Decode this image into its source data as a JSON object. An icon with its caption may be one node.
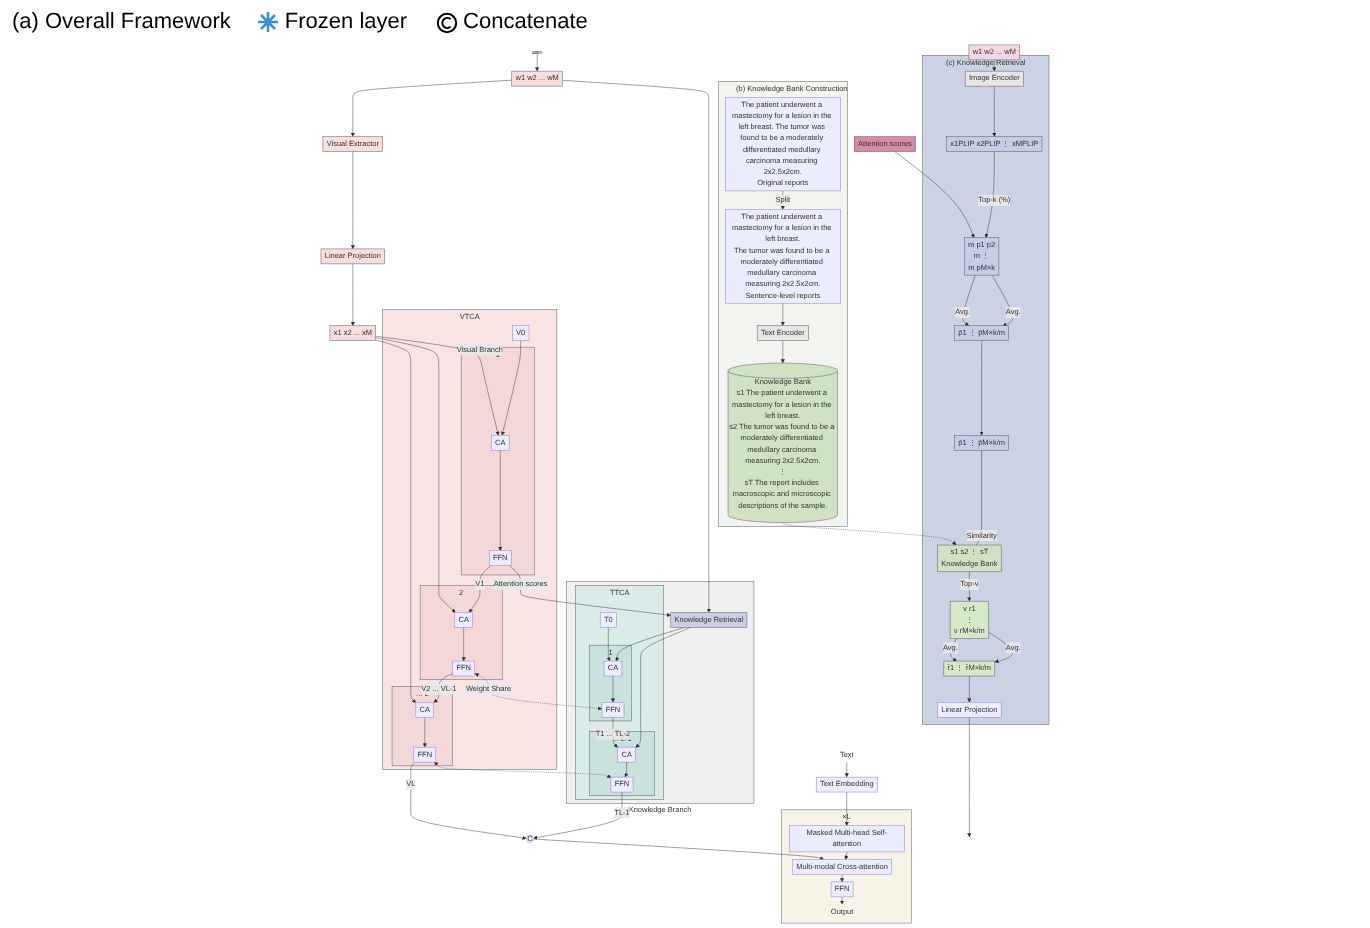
{
  "diagram": {
    "nodes": [
      {
        "text": [
          "x1 x2 ... xM"
        ]
      },
      {
        "text": [
          "Linear Projection"
        ]
      },
      {
        "text": [
          "Visual Extractor"
        ]
      },
      {
        "text": [
          "w1 w2 ... wM"
        ]
      },
      {
        "text": [],
        "shape": "picture"
      },
      {
        "text": [
          "VTCA"
        ]
      },
      {
        "text": [
          "V0"
        ],
        "in": 5
      },
      {
        "text": [
          "1"
        ],
        "in": 5
      },
      {
        "text": [
          "CA"
        ],
        "in": 7
      },
      {
        "text": [
          "FFN"
        ],
        "in": 7
      },
      {
        "text": [
          "2"
        ],
        "in": 5
      },
      {
        "text": [
          "CA"
        ],
        "in": 10
      },
      {
        "text": [
          "FFN"
        ],
        "in": 10
      },
      {
        "text": [
          "...",
          "L"
        ],
        "in": 5
      },
      {
        "text": [
          "CA"
        ],
        "in": 13
      },
      {
        "text": [
          "FFN"
        ],
        "in": 13
      },
      {
        "text": [
          "Knowledge Branch"
        ]
      },
      {
        "text": [
          "Knowledge Retrieval"
        ],
        "in": 16
      },
      {
        "text": [
          "TTCA"
        ],
        "in": 16
      },
      {
        "text": [
          "T0"
        ],
        "in": 18
      },
      {
        "text": [
          "1"
        ],
        "in": 18
      },
      {
        "text": [
          "FFN"
        ],
        "in": 20
      },
      {
        "text": [
          "CA"
        ],
        "in": 20
      },
      {
        "text": [
          "...",
          "L-1"
        ],
        "in": 18
      },
      {
        "text": [
          "FFN"
        ],
        "in": 23
      },
      {
        "text": [
          "CA"
        ],
        "in": 23
      },
      {
        "text": [
          "C"
        ]
      },
      {
        "text": [
          "×L"
        ]
      },
      {
        "text": [
          "Output"
        ],
        "in": 27
      },
      {
        "text": [
          "FFN"
        ],
        "in": 27
      },
      {
        "text": [
          "Multi-modal Cross-attention"
        ],
        "in": 27
      },
      {
        "text": [
          "Masked Multi-head Self-attention"
        ],
        "in": 27
      },
      {
        "text": [
          "Text Embedding"
        ]
      },
      {
        "text": [
          "Text"
        ]
      },
      {
        "text": [
          "(b) Knowledge Bank Construction"
        ]
      },
      {
        "text": [
          "The patient underwent a mastectomy for a lesion in the left breast. The tumor was found to be a moderately differentiated medullary carcinoma measuring 2x2.5x2cm.",
          "Original reports"
        ],
        "in": 34
      },
      {
        "text": [
          "The patient underwent a mastectomy for a lesion in the left breast.",
          "The tumor was found to be a moderately differentiated medullary carcinoma measuring 2x2.5x2cm.",
          "Sentence-level reports"
        ],
        "in": 34
      },
      {
        "text": [
          "Knowledge Bank",
          "s1 The patient underwent a mastectomy for a lesion in the left breast.",
          "s2 The tumor was found to be a moderately differentiated medullary carcinoma measuring 2x2.5x2cm.",
          "⋮",
          "sT The report includes macroscopic and microscopic descriptions of the sample."
        ],
        "in": 34
      },
      {
        "text": [
          "Text Encoder"
        ],
        "in": 34
      },
      {
        "text": [
          "(c) Knowledge Retrieval"
        ]
      },
      {
        "text": [
          "w1 w2 ... wM"
        ]
      },
      {
        "text": [
          "Attention scores"
        ]
      },
      {
        "text": [
          "Image Encoder"
        ],
        "in": 39
      },
      {
        "text": [
          "x1PLIP x2PLIP ⋮ xMPLIP"
        ],
        "in": 39
      },
      {
        "text": [
          "m p1 p2",
          "m ⋮",
          "m pM×k"
        ],
        "in": 39
      },
      {
        "text": [
          "p̄1 ⋮ p̄M×k/m"
        ],
        "in": 39
      },
      {
        "text": [
          "p̄1 ⋮ p̄M×k/m"
        ],
        "in": 39
      },
      {
        "text": [
          "s1 s2 ⋮ sT",
          "Knowledge Bank"
        ],
        "in": 39
      },
      {
        "text": [
          "v r1",
          "⋮",
          "v rM×k/m"
        ],
        "in": 39
      },
      {
        "text": [
          "r̄1 ⋮ r̄M×k/m"
        ],
        "in": 39
      },
      {
        "text": [
          "Linear Projection"
        ],
        "in": 39
      }
    ],
    "edges": [
      {
        "from": 4,
        "to": 3,
        "arrow": "to"
      },
      {
        "from": 3,
        "to": 2,
        "arrow": "to"
      },
      {
        "from": 2,
        "to": 1,
        "arrow": "to"
      },
      {
        "from": 1,
        "to": 0,
        "arrow": "to"
      },
      {
        "from": 0,
        "to": 8,
        "arrow": "to",
        "label": "Visual Branch"
      },
      {
        "from": 0,
        "to": 11,
        "arrow": "to"
      },
      {
        "from": 0,
        "to": 14,
        "arrow": "to"
      },
      {
        "from": 6,
        "to": 8,
        "arrow": "to"
      },
      {
        "from": 8,
        "to": 9,
        "arrow": "to"
      },
      {
        "from": 9,
        "to": 11,
        "arrow": "to",
        "label": "V1"
      },
      {
        "from": 11,
        "to": 12,
        "arrow": "to"
      },
      {
        "from": 12,
        "to": 14,
        "arrow": "to",
        "label": "V2 ... VL-1"
      },
      {
        "from": 14,
        "to": 15,
        "arrow": "to"
      },
      {
        "from": 15,
        "to": 26,
        "arrow": "to",
        "label": "VL"
      },
      {
        "from": 9,
        "to": 17,
        "arrow": "to",
        "label": "Attention scores"
      },
      {
        "from": 3,
        "to": 17,
        "arrow": "to"
      },
      {
        "from": 12,
        "to": 21,
        "arrow": "both",
        "style": "dashed",
        "label": "Weight Share"
      },
      {
        "from": 15,
        "to": 24,
        "arrow": "both",
        "style": "dashed"
      },
      {
        "from": 19,
        "to": 22,
        "arrow": "to"
      },
      {
        "from": 22,
        "to": 21,
        "arrow": "to"
      },
      {
        "from": 21,
        "to": 25,
        "arrow": "to",
        "label": "T1 ... TL-2"
      },
      {
        "from": 25,
        "to": 24,
        "arrow": "to"
      },
      {
        "from": 24,
        "to": 26,
        "arrow": "to",
        "label": "TL-1"
      },
      {
        "from": 17,
        "to": 22,
        "arrow": "to"
      },
      {
        "from": 17,
        "to": 25,
        "arrow": "to"
      },
      {
        "from": 26,
        "to": 30,
        "arrow": "to"
      },
      {
        "from": 31,
        "to": 30,
        "arrow": "to"
      },
      {
        "from": 30,
        "to": 29,
        "arrow": "to"
      },
      {
        "from": 29,
        "to": 28,
        "arrow": "to"
      },
      {
        "from": 32,
        "to": 31,
        "arrow": "to"
      },
      {
        "from": 33,
        "to": 32,
        "arrow": "to"
      },
      {
        "from": 35,
        "to": 36,
        "arrow": "to",
        "label": "Split"
      },
      {
        "from": 36,
        "to": 38,
        "arrow": "to"
      },
      {
        "from": 38,
        "to": 37,
        "arrow": "to"
      },
      {
        "from": 37,
        "to": 47,
        "arrow": "to",
        "style": "dashed"
      },
      {
        "from": 40,
        "to": 42,
        "arrow": "to"
      },
      {
        "from": 42,
        "to": 43,
        "arrow": "to"
      },
      {
        "from": 41,
        "to": 44,
        "arrow": "to"
      },
      {
        "from": 43,
        "to": 44,
        "arrow": "to",
        "label": "Top-k (%)"
      },
      {
        "from": 44,
        "to": 45,
        "arrow": "to",
        "label": "Avg."
      },
      {
        "from": 44,
        "to": 45,
        "arrow": "to",
        "label": "Avg."
      },
      {
        "from": 45,
        "to": 46,
        "arrow": "to"
      },
      {
        "from": 46,
        "to": 47,
        "arrow": "none",
        "label": "Similarity"
      },
      {
        "from": 47,
        "to": 48,
        "arrow": "to",
        "label": "Top-v"
      },
      {
        "from": 48,
        "to": 49,
        "arrow": "to",
        "label": "Avg."
      },
      {
        "from": 48,
        "to": 49,
        "arrow": "to",
        "label": "Avg."
      },
      {
        "from": 49,
        "to": 50,
        "arrow": "to"
      },
      {
        "from": 50,
        "to": null,
        "arrow": "to"
      }
    ],
    "labels": [
      "(a) Overall Framework"
    ],
    "legend": [
      {
        "text": "Frozen layer"
      },
      {
        "text": "Concatenate"
      }
    ]
  }
}
